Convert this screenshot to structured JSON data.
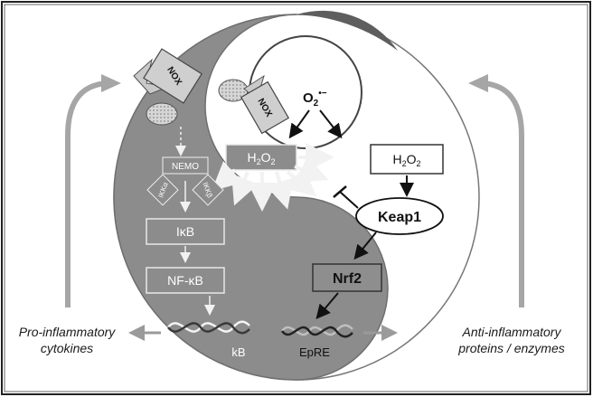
{
  "diagram": {
    "left_output": {
      "line1": "Pro-inflammatory",
      "line2": "cytokines"
    },
    "right_output": {
      "line1": "Anti-inflammatory",
      "line2": "proteins / enzymes"
    },
    "nox_labels": [
      "NOX",
      "NOX"
    ],
    "superoxide": {
      "base": "O",
      "sub": "2",
      "sup": "•−"
    },
    "h2o2_left": {
      "base": "H",
      "sub": "2",
      "mid": "O",
      "sub2": "2"
    },
    "h2o2_right": {
      "base": "H",
      "sub": "2",
      "mid": "O",
      "sub2": "2"
    },
    "nemo": "NEMO",
    "ikka": "IKKα",
    "ikkb": "IKKβ",
    "ikb": "IκB",
    "nfkb": "NF-κB",
    "kb_site": "kB",
    "keap1": "Keap1",
    "nrf2": "Nrf2",
    "epre": "EpRE"
  }
}
